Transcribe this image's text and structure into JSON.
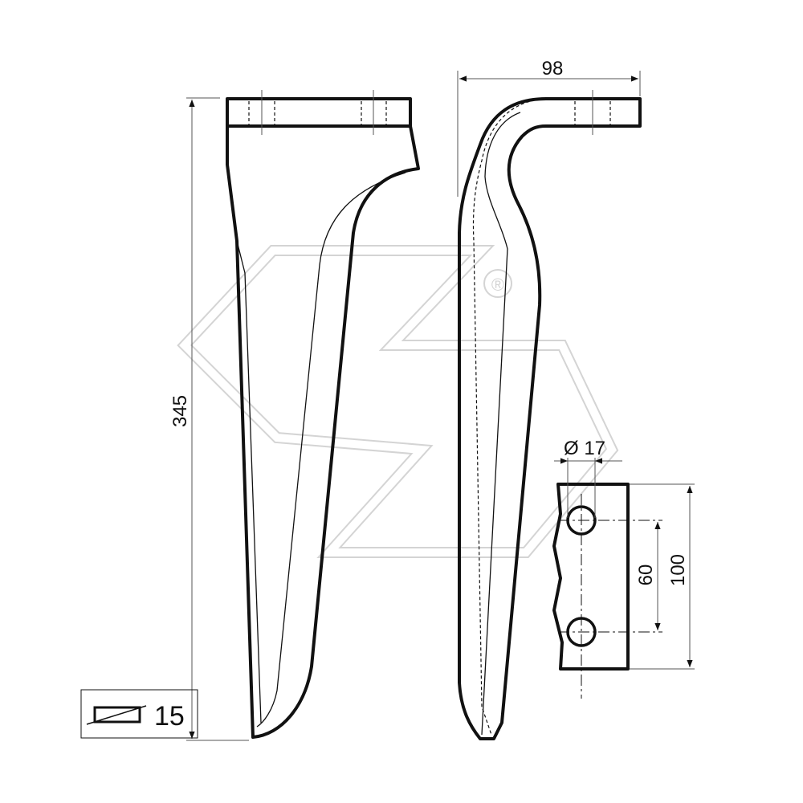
{
  "dimensions": {
    "height": "345",
    "width": "98",
    "hole_diameter": "Ø 17",
    "hole_spacing": "60",
    "flange_length": "100",
    "thickness": "15"
  },
  "watermark": {
    "registered_mark": "®"
  },
  "colors": {
    "line": "#111111",
    "watermark": "#d4d4d4",
    "dimension": "#555555"
  }
}
